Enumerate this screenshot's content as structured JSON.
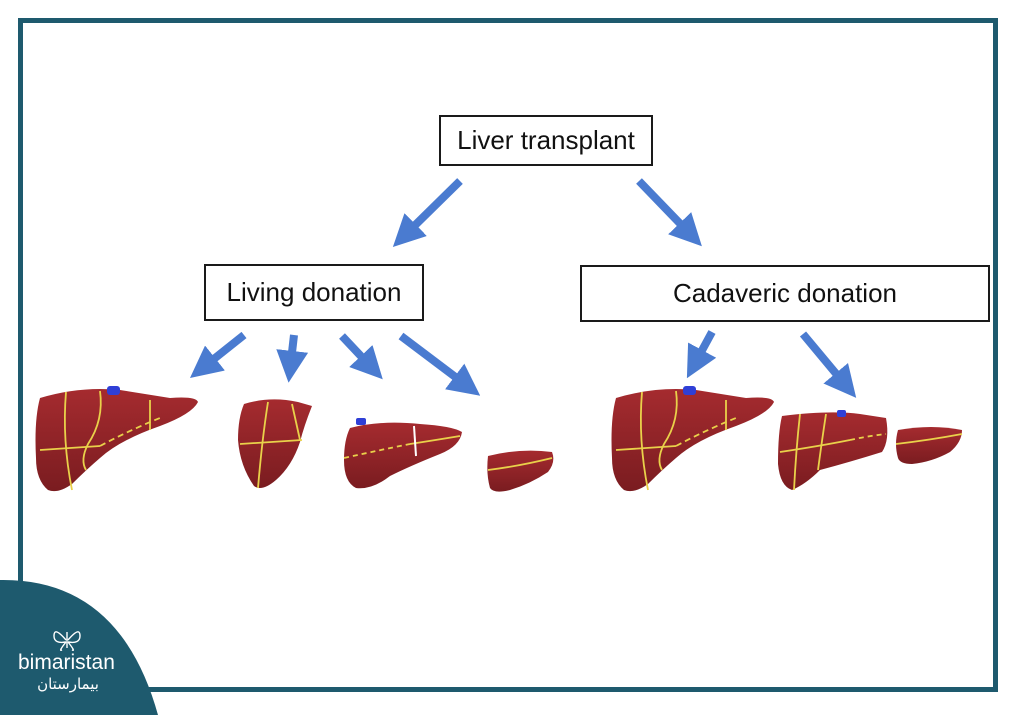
{
  "diagram": {
    "root": "Liver transplant",
    "branches": [
      {
        "label": "Living donation",
        "liver_portions": 4
      },
      {
        "label": "Cadaveric donation",
        "liver_portions": 3
      }
    ]
  },
  "brand": {
    "name": "bimaristan",
    "name_arabic": "بيمارستان",
    "logo_icon": "butterfly-icon",
    "color": "#1e5a6e"
  },
  "colors": {
    "arrow": "#4a7bd0",
    "liver": "#8b2226",
    "segment_line": "#e9d14a",
    "vessel": "#2f3fd6"
  }
}
